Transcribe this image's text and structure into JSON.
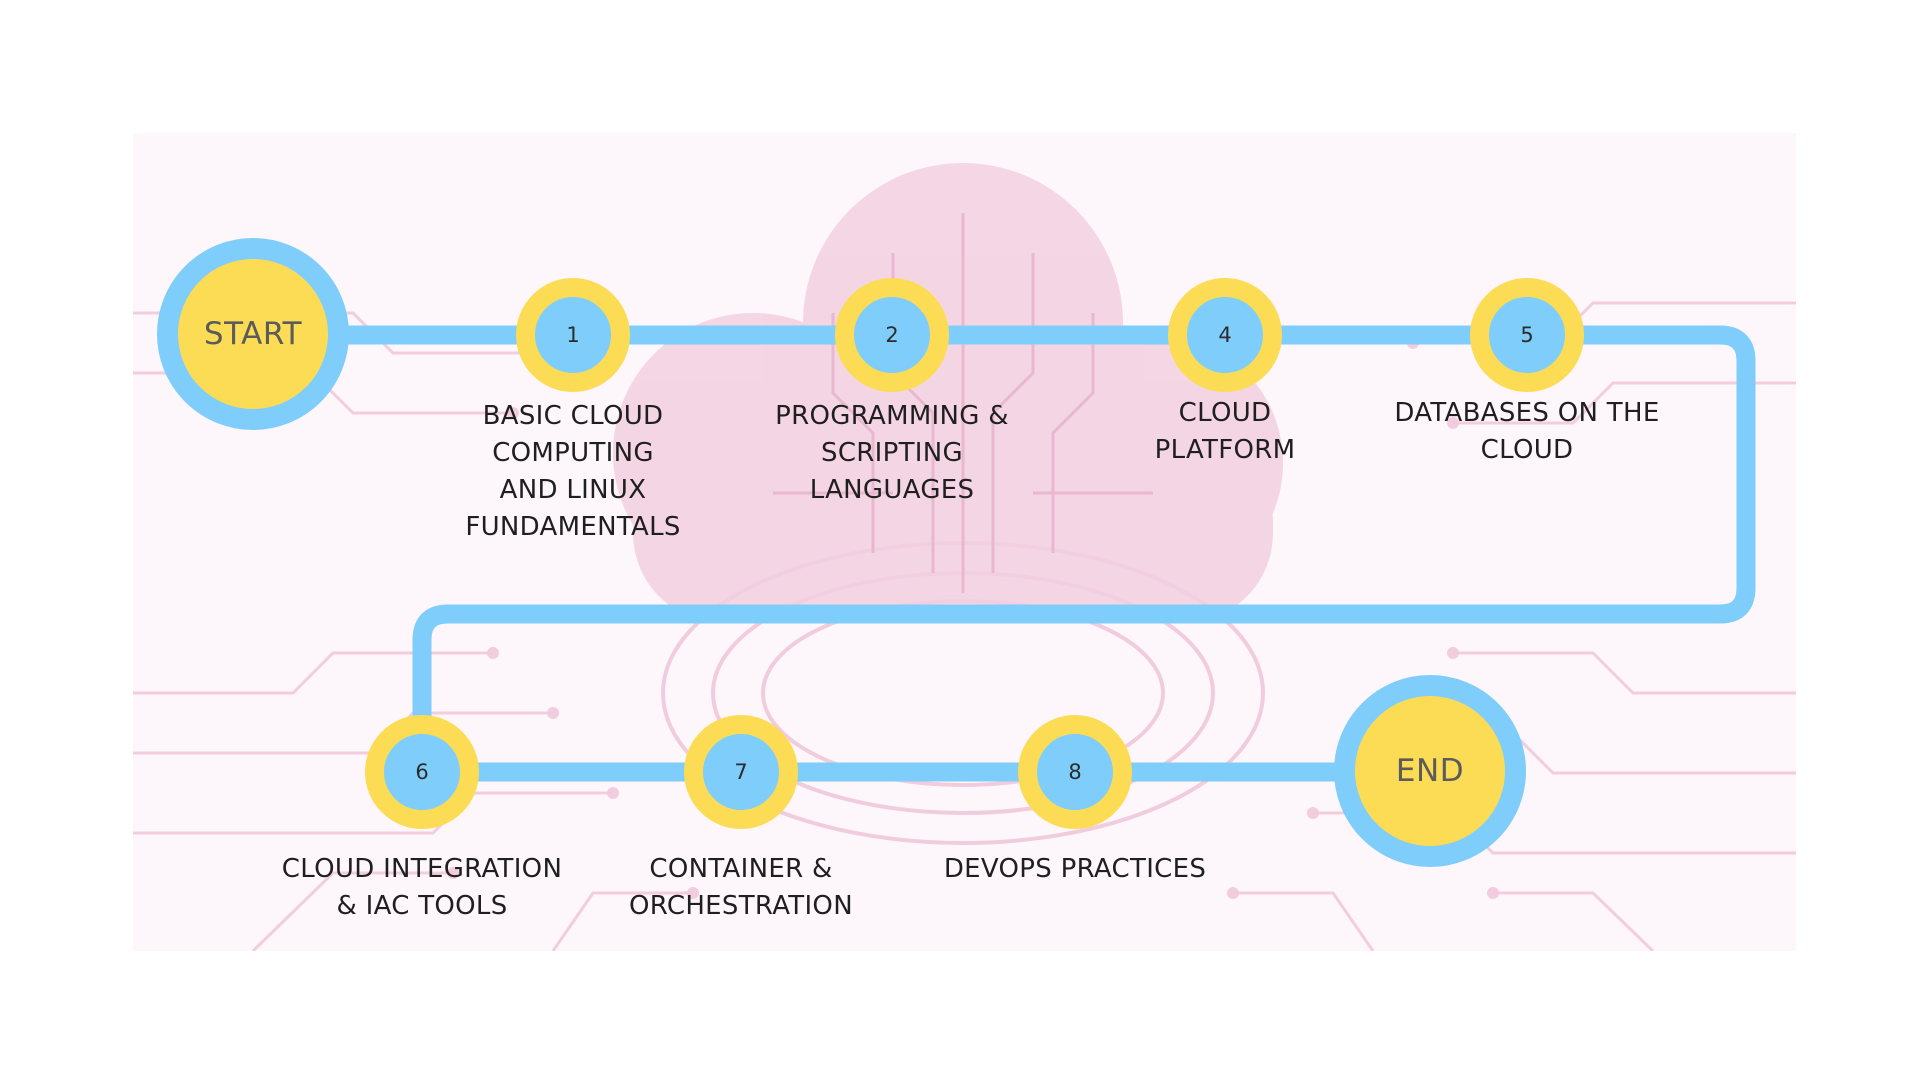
{
  "colors": {
    "path": "#7fcdfb",
    "node_fill_yellow": "#fddc55",
    "node_fill_blue": "#7fcdfb",
    "background_tint": "#f3c6dc"
  },
  "start": {
    "label": "START"
  },
  "end": {
    "label": "END"
  },
  "steps": [
    {
      "number": "1",
      "label": "BASIC CLOUD\nCOMPUTING\nAND LINUX\nFUNDAMENTALS"
    },
    {
      "number": "2",
      "label": "PROGRAMMING &\nSCRIPTING\nLANGUAGES"
    },
    {
      "number": "4",
      "label": "CLOUD\nPLATFORM"
    },
    {
      "number": "5",
      "label": "DATABASES ON THE\nCLOUD"
    },
    {
      "number": "6",
      "label": "CLOUD INTEGRATION\n& IAC TOOLS"
    },
    {
      "number": "7",
      "label": "CONTAINER &\nORCHESTRATION"
    },
    {
      "number": "8",
      "label": "DEVOPS PRACTICES"
    }
  ],
  "background": {
    "icons": [
      "cloud-icon",
      "circuit-pattern"
    ]
  }
}
